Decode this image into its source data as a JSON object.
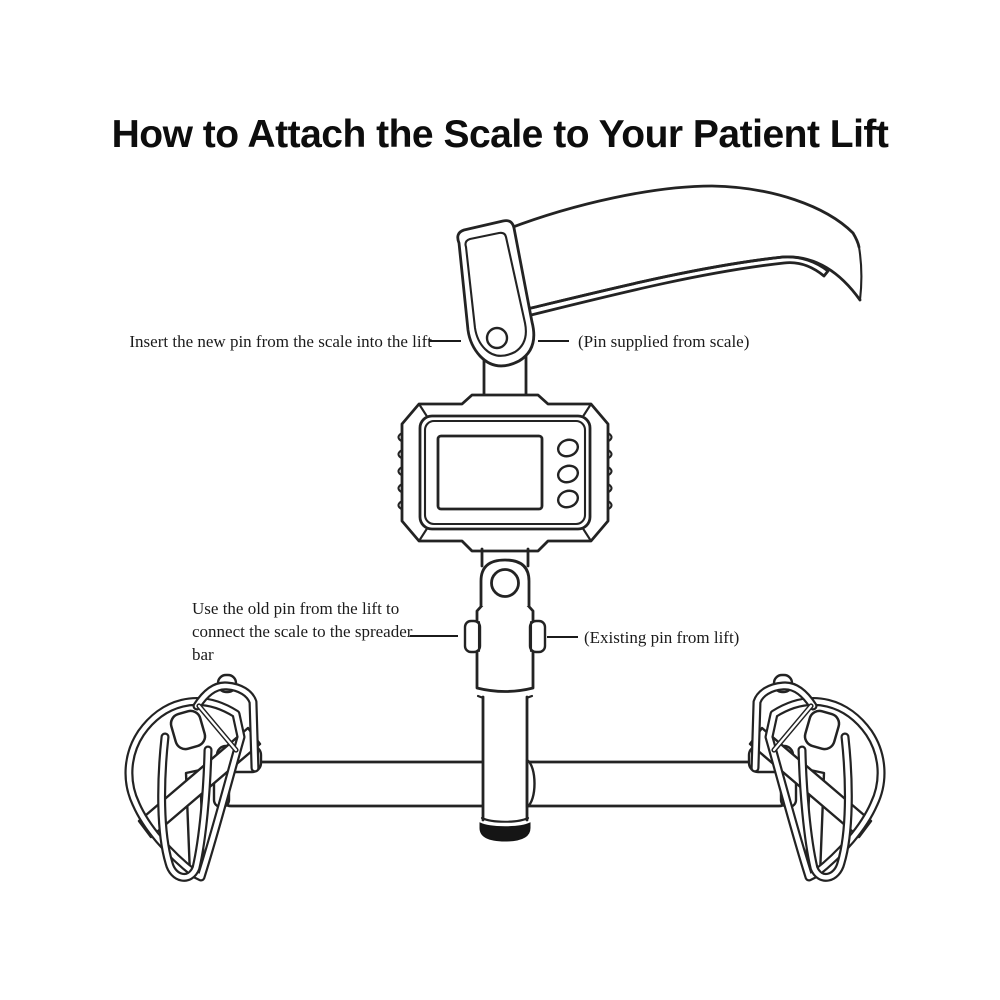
{
  "colors": {
    "ink": "#232323",
    "background": "#ffffff",
    "tube_end_cap": "#151515"
  },
  "title": "How to Attach the Scale to Your Patient Lift",
  "annotations": {
    "insert_pin": "Insert the new pin from the scale into the lift",
    "pin_supplied": "(Pin supplied from scale)",
    "use_old_pin": "Use the old pin from the lift to\nconnect the scale to the spreader\nbar",
    "existing_pin": "(Existing pin from lift)"
  }
}
